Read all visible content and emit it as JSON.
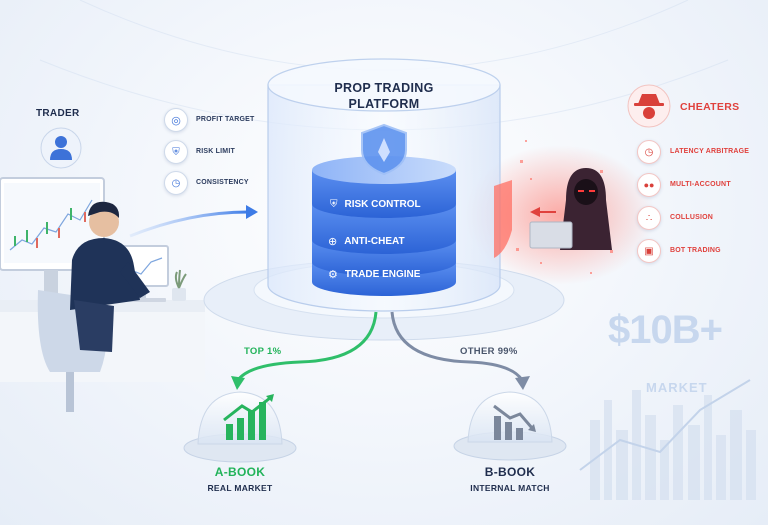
{
  "platform": {
    "title_line1": "PROP TRADING",
    "title_line2": "PLATFORM",
    "layers": [
      {
        "label": "RISK CONTROL",
        "icon": "shield-icon"
      },
      {
        "label": "ANTI-CHEAT",
        "icon": "crosshair-icon"
      },
      {
        "label": "TRADE ENGINE",
        "icon": "gear-icon"
      }
    ]
  },
  "trader": {
    "title": "TRADER",
    "rules": [
      {
        "label": "PROFIT TARGET",
        "icon": "target-icon"
      },
      {
        "label": "RISK LIMIT",
        "icon": "shield-icon"
      },
      {
        "label": "CONSISTENCY",
        "icon": "clock-icon"
      }
    ]
  },
  "cheaters": {
    "title": "CHEATERS",
    "items": [
      {
        "label": "LATENCY ARBITRAGE",
        "icon": "stopwatch-icon"
      },
      {
        "label": "MULTI-ACCOUNT",
        "icon": "users-icon"
      },
      {
        "label": "COLLUSION",
        "icon": "network-icon"
      },
      {
        "label": "BOT TRADING",
        "icon": "robot-icon"
      }
    ]
  },
  "routes": {
    "a_label": "TOP 1%",
    "b_label": "OTHER 99%"
  },
  "abook": {
    "title": "A-BOOK",
    "subtitle": "REAL MARKET"
  },
  "bbook": {
    "title": "B-BOOK",
    "subtitle": "INTERNAL MATCH"
  },
  "market": {
    "value": "$10B+",
    "label": "MARKET"
  },
  "colors": {
    "blue": "#2f6fe0",
    "red": "#e0413d",
    "green": "#22b35a",
    "navy": "#1f2d4d"
  }
}
